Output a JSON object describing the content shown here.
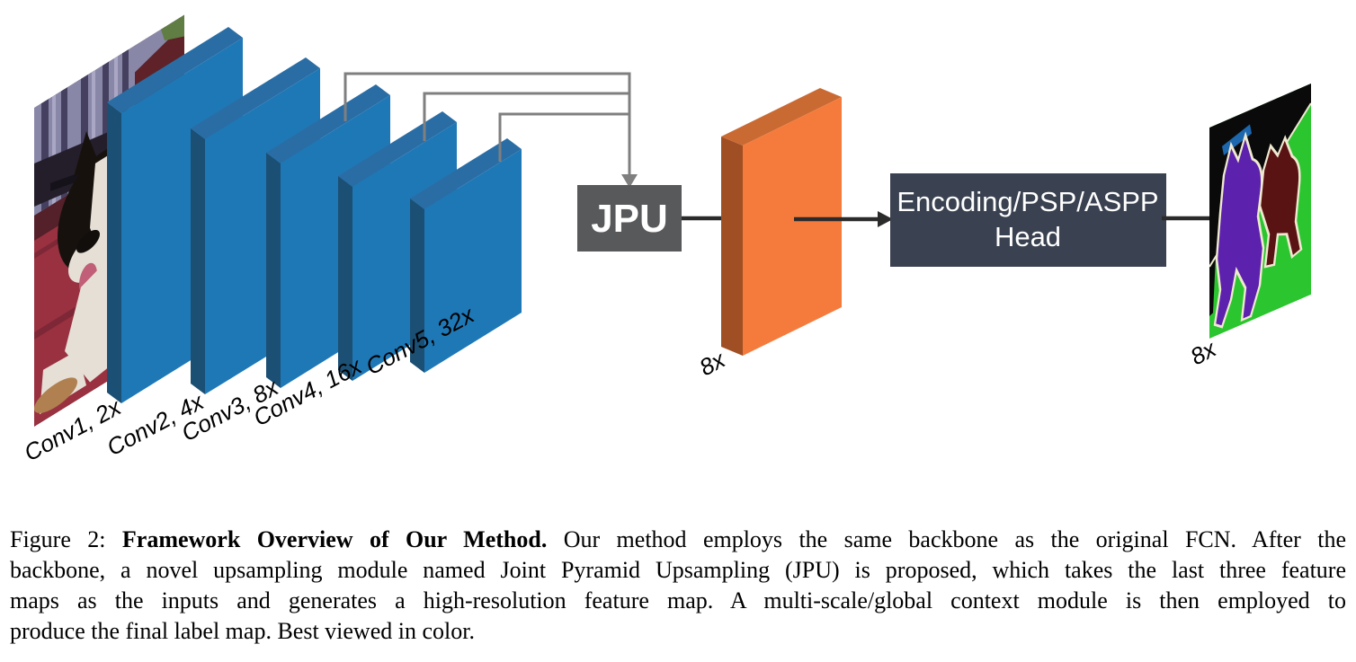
{
  "figure": {
    "caption": {
      "lines": [
        {
          "prefix": "Figure 2: ",
          "bold": "Framework Overview of Our Method.",
          "rest": " Our method employs the same backbone as the original FCN. After the"
        },
        {
          "text": "backbone, a novel upsampling module named Joint Pyramid Upsampling (JPU) is proposed, which takes the last three feature"
        },
        {
          "text": "maps as the inputs and generates a high-resolution feature map. A multi-scale/global context module is then employed to"
        },
        {
          "text": "produce the final label map. Best viewed in color."
        }
      ]
    },
    "diagram": {
      "backbone_labels": [
        "Conv1, 2x",
        "Conv2, 4x",
        "Conv3, 8x",
        "Conv4, 16x",
        "Conv5, 32x"
      ],
      "jpu_label": "JPU",
      "head_label_line1": "Encoding/PSP/ASPP",
      "head_label_line2": "Head",
      "feature_scale_label": "8x",
      "output_scale_label": "8x",
      "input_image": "dog-photo",
      "output_image": "segmentation-label-map",
      "colors": {
        "slab_front": "#1F78B6",
        "slab_side": "#1B4F74",
        "slab_top": "#2A6DA4",
        "feature_front": "#F57B3D",
        "feature_side": "#A04F24",
        "feature_top": "#C96A33",
        "jpu_box": "#58595B",
        "head_box": "#3A4150",
        "connector": "#7F7F7F",
        "arrow": "#2B2B2B",
        "seg_green": "#2BC52F",
        "seg_purple": "#5C21AD",
        "seg_maroon": "#5A1313",
        "seg_black": "#0A0A0A",
        "seg_collar_blue": "#1C67AE",
        "seg_outline": "#EFE9D0",
        "photo_wall": "#542029",
        "photo_curtain": "#8987A8",
        "photo_carpet": "#993140",
        "photo_dog_dark": "#17110E",
        "photo_dog_white": "#E6DFD6"
      }
    }
  }
}
